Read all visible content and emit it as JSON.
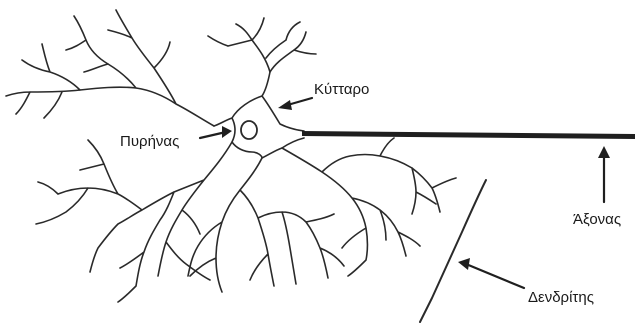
{
  "labels": {
    "cell": "Κύτταρο",
    "nucleus": "Πυρήνας",
    "axon": "Άξονας",
    "dendrite": "Δενδρίτης"
  },
  "colors": {
    "ink": "#2a2a2a",
    "background": "#ffffff"
  }
}
